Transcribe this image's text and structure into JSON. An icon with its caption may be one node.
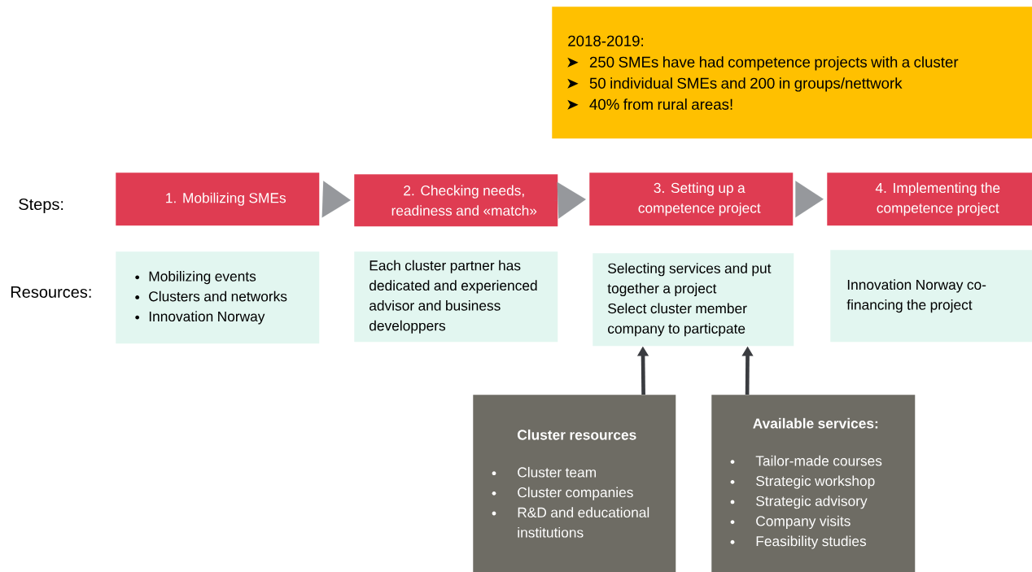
{
  "diagram": {
    "nodes": [
      {
        "text": [
          "2018-2019:",
          "250 SMEs have had competence projects with a cluster",
          "50 individual SMEs and 200 in groups/nettwork",
          "40% from rural areas!"
        ]
      },
      {
        "text": [
          "1. Mobilizing SMEs"
        ]
      },
      {
        "text": [
          "2. Checking needs, readiness and «match»"
        ]
      },
      {
        "text": [
          "3. Setting up a competence project"
        ]
      },
      {
        "text": [
          "4. Implementing the competence project"
        ]
      },
      {
        "text": [
          "Mobilizing events",
          "Clusters and networks",
          "Innovation Norway"
        ]
      },
      {
        "text": [
          "Each cluster partner has dedicated and experienced advisor and business developpers"
        ]
      },
      {
        "text": [
          "Selecting services and put together a project",
          "Select cluster member company to particpate"
        ]
      },
      {
        "text": [
          "Innovation Norway co-financing the project"
        ]
      },
      {
        "text": [
          "Cluster resources",
          "Cluster team",
          "Cluster companies",
          "R&D and educational institutions"
        ]
      },
      {
        "text": [
          "Available services:",
          "Tailor-made courses",
          "Strategic workshop",
          "Strategic advisory",
          "Company visits",
          "Feasibility studies"
        ]
      }
    ],
    "edges": [
      {
        "from": 1,
        "to": 2,
        "arrow": "to",
        "color": "#96989c"
      },
      {
        "from": 2,
        "to": 3,
        "arrow": "to",
        "color": "#96989c"
      },
      {
        "from": 3,
        "to": 4,
        "arrow": "to",
        "color": "#96989c"
      },
      {
        "from": 9,
        "to": 7,
        "arrow": "to",
        "color": "#3a3c40"
      },
      {
        "from": 10,
        "to": 7,
        "arrow": "to",
        "color": "#3a3c40"
      }
    ],
    "labels": [
      "Steps:",
      "Resources:"
    ]
  }
}
